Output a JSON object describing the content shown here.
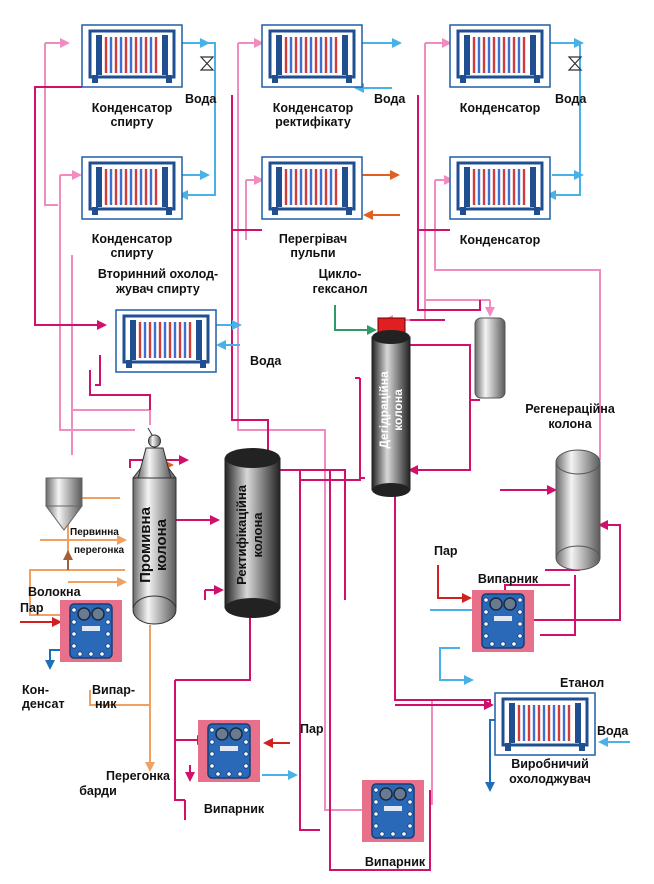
{
  "labels": {
    "cond_spirit_1_a": "Конденсатор",
    "cond_spirit_1_b": "спирту",
    "cond_spirit_2_a": "Конденсатор",
    "cond_spirit_2_b": "спирту",
    "cond_rect_a": "Конденсатор",
    "cond_rect_b": "ректифікату",
    "heater_a": "Перегрівач",
    "heater_b": "пульпи",
    "cond_3": "Конденсатор",
    "cond_4": "Конденсатор",
    "water_1": "Вода",
    "water_2": "Вода",
    "water_3": "Вода",
    "water_4": "Вода",
    "water_5": "Вода",
    "secondary_a": "Вторинний охолод-",
    "secondary_b": "жувач спирту",
    "cyclohexanol_a": "Цикло-",
    "cyclohexanol_b": "гексанол",
    "dehydration_a": "Дегідраційна",
    "dehydration_b": "колона",
    "regeneration_a": "Регенераційна",
    "regeneration_b": "колона",
    "rectification_a": "Ректифікаційна",
    "rectification_b": "колона",
    "washing_a": "Промивна",
    "washing_b": "колона",
    "primary_a": "Первинна",
    "primary_b": "перегонка",
    "fiber": "Волокна",
    "steam_1": "Пар",
    "steam_2": "Пар",
    "steam_3": "Пар",
    "condensate_a": "Кон-",
    "condensate_b": "денсат",
    "evap_1_a": "Випар-",
    "evap_1_b": "ник",
    "evap_2": "Випарник",
    "evap_3": "Випарник",
    "evap_4": "Випарник",
    "stillage_a": "Перегонка",
    "stillage_b": "барди",
    "ethanol": "Етанол",
    "prod_cooler_a": "Виробничий",
    "prod_cooler_b": "охолоджувач"
  },
  "colors": {
    "pink_line": "#f08cc0",
    "magenta_line": "#d0106a",
    "blue_line": "#4ab0e8",
    "dark_blue_line": "#1f6fb8",
    "orange_line": "#f0a060",
    "dark_orange_line": "#e06020",
    "green_line": "#2e9a6a",
    "red_line": "#d02020",
    "evaporator_bg": "#e8708a"
  },
  "icons": {
    "heat_exchanger": "plate-heat-exchanger-icon",
    "evaporator": "evaporator-icon",
    "valve": "valve-icon",
    "column": "column-icon"
  }
}
